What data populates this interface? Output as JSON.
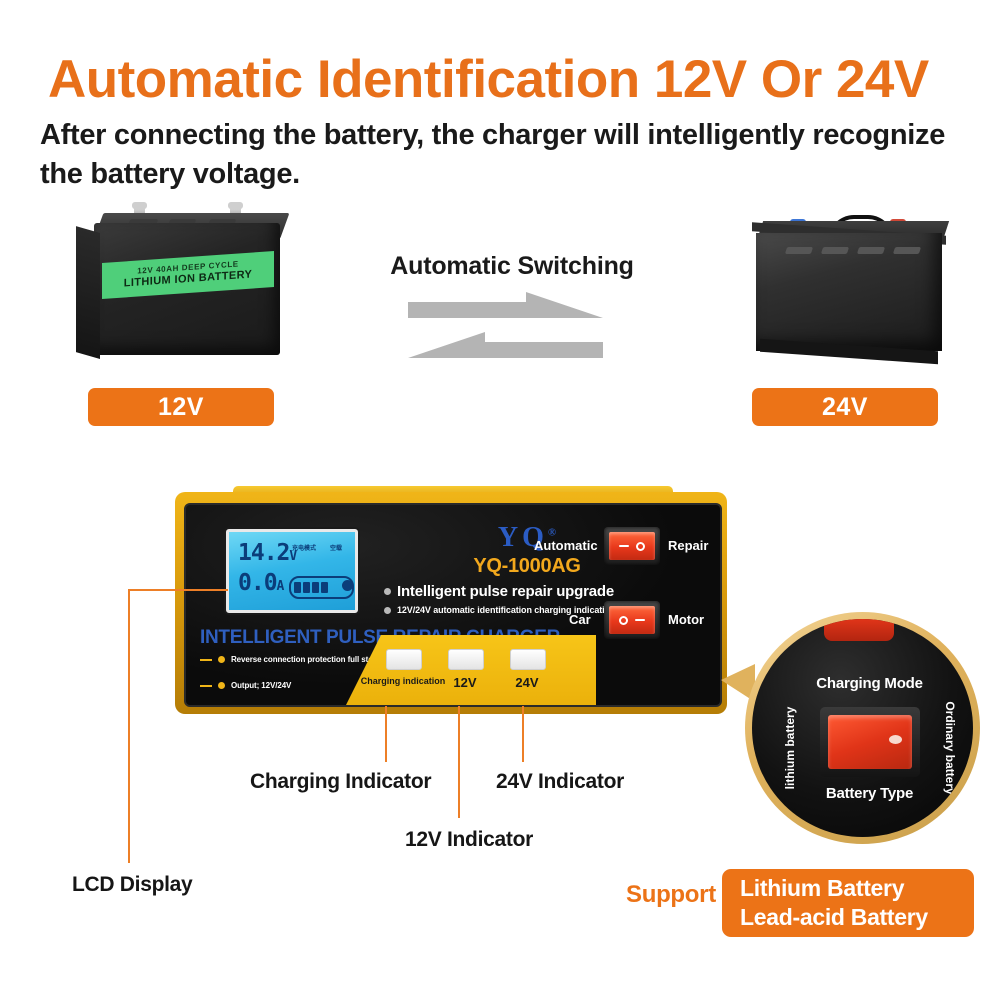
{
  "header": {
    "title": "Automatic Identification 12V Or 24V",
    "subtitle": "After connecting the battery, the charger will intelligently recognize the battery voltage."
  },
  "comparison": {
    "switching_label": "Automatic Switching",
    "left": {
      "badge": "12V",
      "battery_label_line1": "12V 40AH DEEP CYCLE",
      "battery_label_line2": "LITHIUM ION BATTERY"
    },
    "right": {
      "badge": "24V"
    }
  },
  "charger": {
    "lcd": {
      "voltage_value": "14.2",
      "voltage_unit": "V",
      "current_value": "0.0",
      "current_unit": "A",
      "mode_text_cn": "充电模式",
      "load_text_cn": "空载"
    },
    "brand": "YQ",
    "brand_mark": "®",
    "model": "YQ-1000AG",
    "bullets": [
      "Intelligent pulse repair upgrade",
      "12V/24V automatic identification charging indication"
    ],
    "marquee": [
      "INTELLIGENT",
      "PULSE",
      "REPAIR",
      "CHARGER"
    ],
    "features": [
      "Reverse connection protection full stop",
      "Output; 12V/24V"
    ],
    "indicators": [
      {
        "label": "Charging indication"
      },
      {
        "label": "12V"
      },
      {
        "label": "24V"
      }
    ],
    "switches": [
      {
        "left_label": "Automatic",
        "right_label": "Repair"
      },
      {
        "left_label": "Car",
        "right_label": "Motor"
      }
    ]
  },
  "callouts": [
    {
      "label": "LCD Display"
    },
    {
      "label": "Charging Indicator"
    },
    {
      "label": "12V Indicator"
    },
    {
      "label": "24V Indicator"
    }
  ],
  "inset": {
    "title": "Charging Mode",
    "bottom": "Battery Type",
    "left": "lithium battery",
    "right": "Ordinary battery"
  },
  "support": {
    "word": "Support",
    "lines": [
      "Lithium Battery",
      "Lead-acid Battery"
    ]
  },
  "colors": {
    "accent_orange": "#EC7317",
    "title_orange": "#E8701A",
    "callout_orange": "#ED7F27",
    "bezel_yellow": "#F0B518",
    "lcd_blue": "#33B6E8",
    "brand_blue": "#2B5CC4",
    "switch_red": "#E8381B",
    "li_label_green": "#4FCF7A"
  }
}
